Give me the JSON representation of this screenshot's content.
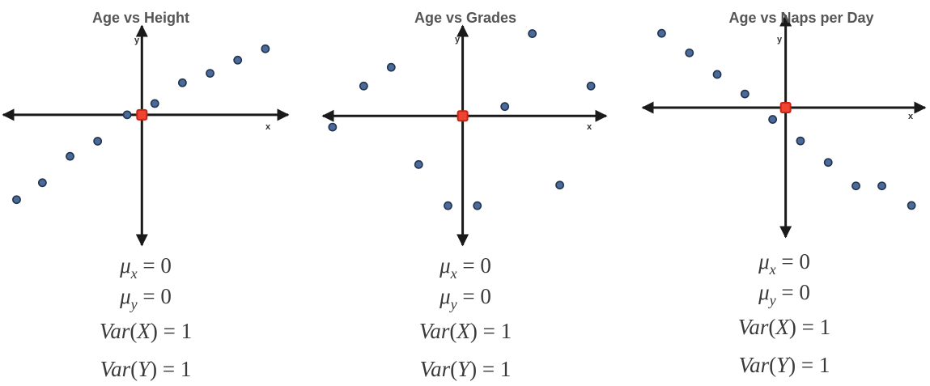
{
  "chart_data": [
    {
      "type": "scatter",
      "title": "Age vs Height",
      "xlabel": "x",
      "ylabel": "y",
      "xlim": [
        -3.85,
        4.1
      ],
      "ylim": [
        -3.5,
        2.4
      ],
      "x": [
        -3.4,
        -2.7,
        -1.95,
        -1.2,
        -0.4,
        0.35,
        1.1,
        1.85,
        2.6,
        3.35
      ],
      "y": [
        -2.25,
        -1.8,
        -1.1,
        -0.7,
        0.0,
        0.3,
        0.85,
        1.1,
        1.45,
        1.75
      ],
      "points": [
        {
          "x": -3.4,
          "y": -2.25
        },
        {
          "x": -2.7,
          "y": -1.8
        },
        {
          "x": -1.95,
          "y": -1.1
        },
        {
          "x": -1.2,
          "y": -0.7
        },
        {
          "x": -0.4,
          "y": 0.0
        },
        {
          "x": 0.35,
          "y": 0.3
        },
        {
          "x": 1.1,
          "y": 0.85
        },
        {
          "x": 1.85,
          "y": 1.1
        },
        {
          "x": 2.6,
          "y": 1.45
        },
        {
          "x": 3.35,
          "y": 1.75
        }
      ],
      "mean_point": {
        "x": 0,
        "y": 0
      },
      "stats": {
        "mu_x": "0",
        "mu_y": "0",
        "var_x": "1",
        "var_y": "1"
      }
    },
    {
      "type": "scatter",
      "title": "Age vs Grades",
      "xlabel": "x",
      "ylabel": "y",
      "xlim": [
        -3.9,
        4.05
      ],
      "ylim": [
        -3.5,
        2.45
      ],
      "x": [
        -3.55,
        -2.7,
        -1.95,
        -1.2,
        -0.4,
        0.4,
        1.15,
        1.9,
        2.65,
        3.5
      ],
      "y": [
        -0.3,
        0.8,
        1.3,
        -1.3,
        -2.4,
        -2.4,
        0.25,
        2.2,
        -1.85,
        0.8
      ],
      "points": [
        {
          "x": -3.55,
          "y": -0.3
        },
        {
          "x": -2.7,
          "y": 0.8
        },
        {
          "x": -1.95,
          "y": 1.3
        },
        {
          "x": -1.2,
          "y": -1.3
        },
        {
          "x": -0.4,
          "y": -2.4
        },
        {
          "x": 0.4,
          "y": -2.4
        },
        {
          "x": 1.15,
          "y": 0.25
        },
        {
          "x": 1.9,
          "y": 2.2
        },
        {
          "x": 2.65,
          "y": -1.85
        },
        {
          "x": 3.5,
          "y": 0.8
        }
      ],
      "mean_point": {
        "x": 0,
        "y": 0
      },
      "stats": {
        "mu_x": "0",
        "mu_y": "0",
        "var_x": "1",
        "var_y": "1"
      }
    },
    {
      "type": "scatter",
      "title": "Age vs Naps per Day",
      "xlabel": "x",
      "ylabel": "y",
      "xlim": [
        -3.95,
        3.9
      ],
      "ylim": [
        -3.35,
        2.4
      ],
      "x": [
        -3.35,
        -2.6,
        -1.85,
        -1.1,
        -0.35,
        0.4,
        1.15,
        1.9,
        2.6,
        3.4
      ],
      "y": [
        1.9,
        1.4,
        0.85,
        0.35,
        -0.3,
        -0.85,
        -1.4,
        -2.0,
        -2.0,
        -2.5
      ],
      "points": [
        {
          "x": -3.35,
          "y": 1.9
        },
        {
          "x": -2.6,
          "y": 1.4
        },
        {
          "x": -1.85,
          "y": 0.85
        },
        {
          "x": -1.1,
          "y": 0.35
        },
        {
          "x": -0.35,
          "y": -0.3
        },
        {
          "x": 0.4,
          "y": -0.85
        },
        {
          "x": 1.15,
          "y": -1.4
        },
        {
          "x": 1.9,
          "y": -2.0
        },
        {
          "x": 2.6,
          "y": -2.0
        },
        {
          "x": 3.4,
          "y": -2.5
        }
      ],
      "mean_point": {
        "x": 0,
        "y": 0
      },
      "stats": {
        "mu_x": "0",
        "mu_y": "0",
        "var_x": "1",
        "var_y": "1"
      }
    }
  ],
  "colors": {
    "point_fill": "#4a6a99",
    "point_stroke": "#22344f",
    "axis": "#1a1a1a",
    "mean_marker_fill": "#ee4433",
    "mean_marker_stroke": "#cc2211",
    "title": "#555555",
    "stats_text": "#3a3a3a"
  }
}
